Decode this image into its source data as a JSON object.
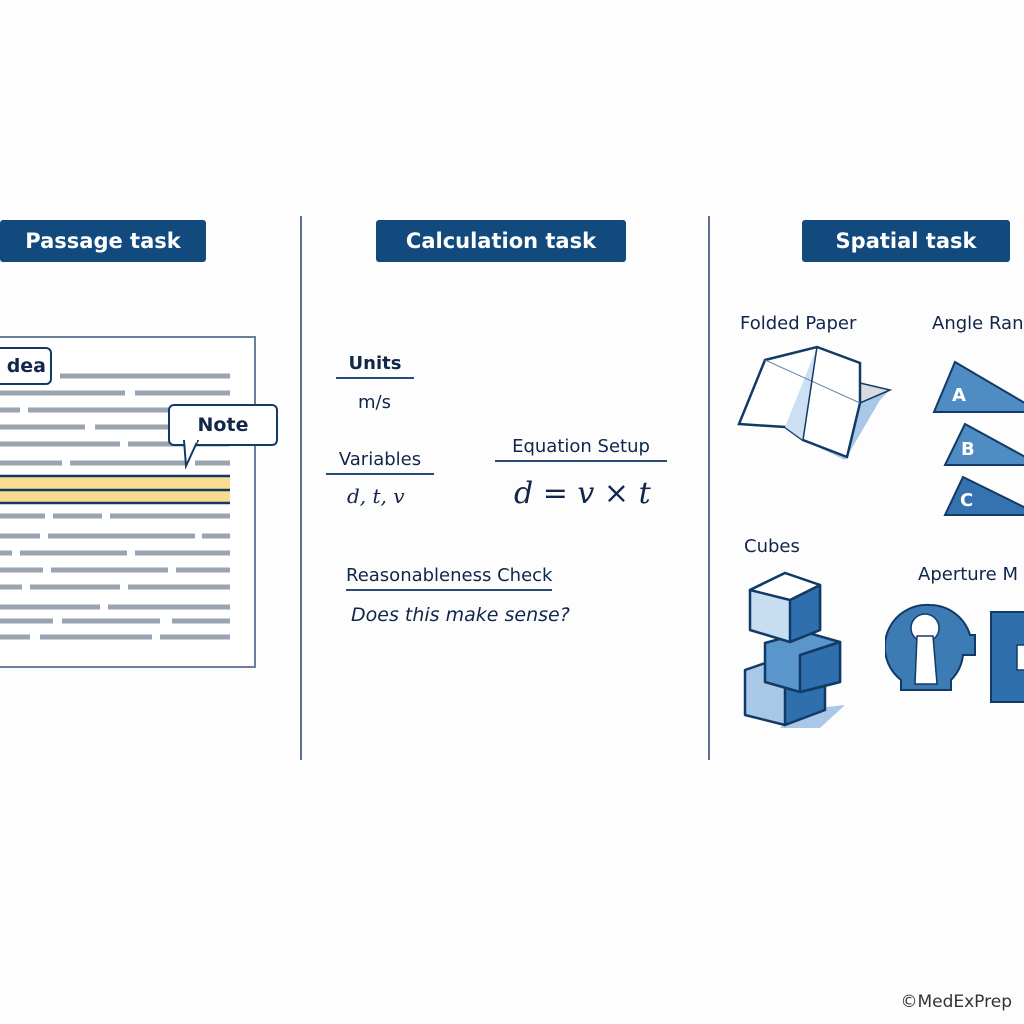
{
  "panels": {
    "passage": {
      "title": "Passage task",
      "callouts": {
        "idea": "dea",
        "note": "Note"
      }
    },
    "calculation": {
      "title": "Calculation task",
      "units": {
        "label": "Units",
        "value": "m/s"
      },
      "variables": {
        "label": "Variables",
        "value": "d, t, v"
      },
      "equation": {
        "label": "Equation Setup",
        "value": "d = v × t"
      },
      "check": {
        "label": "Reasonableness Check",
        "value": "Does this make sense?"
      }
    },
    "spatial": {
      "title": "Spatial task",
      "items": {
        "folded": "Folded Paper",
        "angle": "Angle Ran",
        "angle_letters": [
          "A",
          "B",
          "C"
        ],
        "cubes": "Cubes",
        "aperture": "Aperture M"
      }
    }
  },
  "credit": "©MedExPrep",
  "colors": {
    "header": "#124a7e",
    "highlight": "#f9dc8f",
    "shape_blue": "#3d7bb5",
    "text_lines": "#9aa3b0"
  }
}
